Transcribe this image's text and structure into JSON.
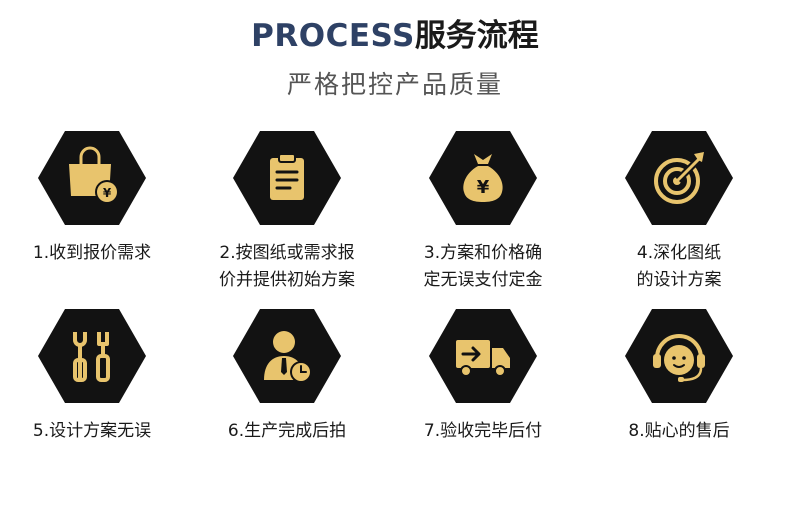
{
  "header": {
    "title_en": "PROCESS",
    "title_cn": "服务流程",
    "subtitle": "严格把控产品质量"
  },
  "colors": {
    "hexagon": "#121212",
    "icon_gold": "#e8c46d",
    "title_accent": "#2e4165"
  },
  "steps": [
    {
      "icon": "shopping-bag-yen-icon",
      "lines": [
        "1.收到报价需求"
      ]
    },
    {
      "icon": "clipboard-icon",
      "lines": [
        "2.按图纸或需求报",
        "价并提供初始方案"
      ]
    },
    {
      "icon": "money-bag-icon",
      "lines": [
        "3.方案和价格确",
        "定无误支付定金"
      ]
    },
    {
      "icon": "target-arrow-icon",
      "lines": [
        "4.深化图纸",
        "的设计方案"
      ]
    },
    {
      "icon": "tools-icon",
      "lines": [
        "5.设计方案无误"
      ]
    },
    {
      "icon": "worker-clock-icon",
      "lines": [
        "6.生产完成后拍"
      ]
    },
    {
      "icon": "delivery-truck-icon",
      "lines": [
        "7.验收完毕后付"
      ]
    },
    {
      "icon": "customer-service-headset-icon",
      "lines": [
        "8.贴心的售后"
      ]
    }
  ]
}
